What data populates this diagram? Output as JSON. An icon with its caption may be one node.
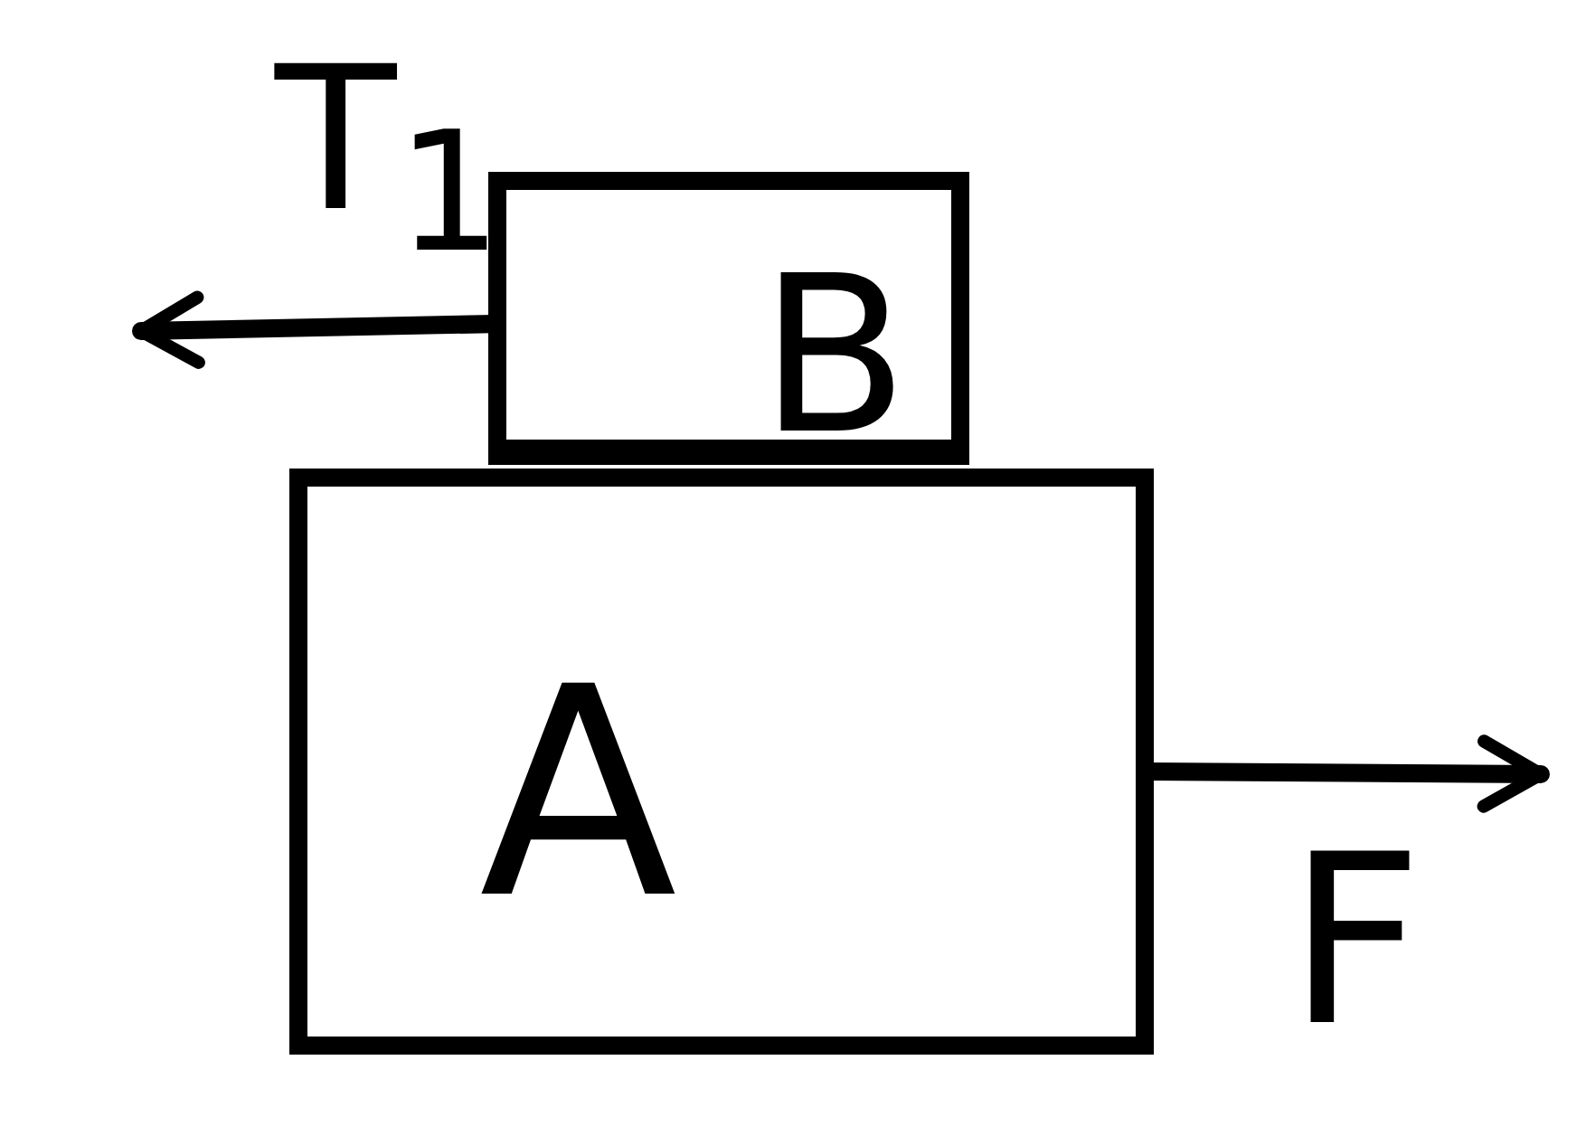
{
  "diagram": {
    "nodes": [
      {
        "text": [
          "B"
        ]
      },
      {
        "text": [
          "A"
        ]
      }
    ],
    "labels": [
      "T$_{1}$",
      "F"
    ]
  }
}
